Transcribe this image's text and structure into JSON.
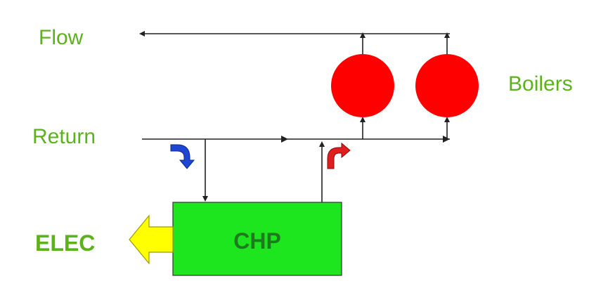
{
  "labels": {
    "flow": "Flow",
    "return": "Return",
    "boilers": "Boilers",
    "elec": "ELEC",
    "chp": "CHP"
  },
  "colors": {
    "label_green": "#5CB21B",
    "chp_fill": "#1EE61E",
    "chp_text": "#1E7A1E",
    "boiler_fill": "#FF0000",
    "elec_arrow": "#FFFF00",
    "pipe": "#222222",
    "return_bend_arrow": "#1E46D2",
    "flow_bend_arrow": "#E01E1E"
  }
}
